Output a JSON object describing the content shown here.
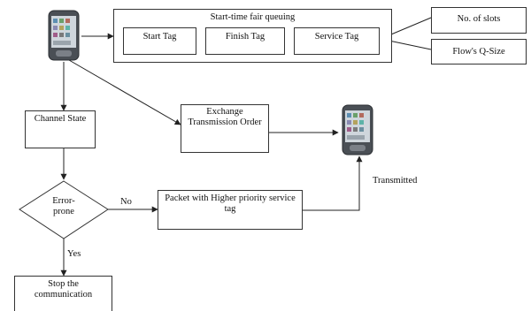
{
  "sfq": {
    "title": "Start-time fair queuing",
    "start_tag": "Start Tag",
    "finish_tag": "Finish Tag",
    "service_tag": "Service Tag"
  },
  "inputs": {
    "slots": "No. of slots",
    "qsize": "Flow's Q-Size"
  },
  "nodes": {
    "channel_state": "Channel State",
    "exchange_line1": "Exchange",
    "exchange_line2": "Transmission Order",
    "decision_line1": "Error-",
    "decision_line2": "prone",
    "packet_line1": "Packet with Higher priority service",
    "packet_line2": "tag",
    "stop_line1": "Stop the",
    "stop_line2": "communication"
  },
  "edges": {
    "no": "No",
    "yes": "Yes",
    "transmitted": "Transmitted"
  }
}
